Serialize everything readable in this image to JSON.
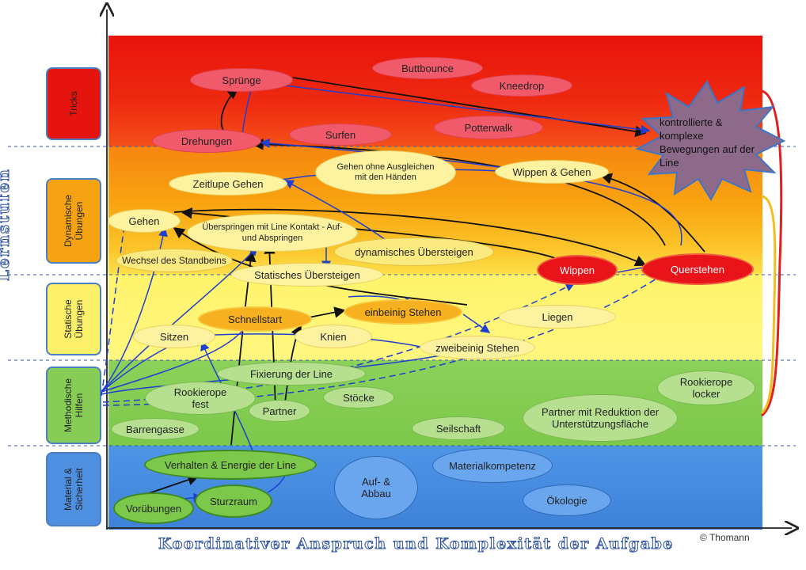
{
  "axes": {
    "x_title": "Koordinativer Anspruch und Komplexität der Aufgabe",
    "y_title": "Lernstufen"
  },
  "copyright": "© Thomann",
  "categories": [
    {
      "id": "tricks",
      "label": "Tricks"
    },
    {
      "id": "dyn",
      "label": "Dynamische Übungen"
    },
    {
      "id": "stat",
      "label": "Statische Übungen"
    },
    {
      "id": "meth",
      "label": "Methodische Hilfen"
    },
    {
      "id": "mat",
      "label": "Material & Sicherheit"
    }
  ],
  "goal": "kontrollierte & komplexe Bewegungen auf der Line",
  "nodes": {
    "springe": "Sprünge",
    "buttbounce": "Buttbounce",
    "kneedrop": "Kneedrop",
    "drehungen": "Drehungen",
    "surfen": "Surfen",
    "potterwalk": "Potterwalk",
    "zeitlupe": "Zeitlupe Gehen",
    "gehen_ohne": "Gehen ohne Ausgleichen mit den Händen",
    "wippen_gehen": "Wippen & Gehen",
    "gehen": "Gehen",
    "ueberspringen": "Überspringen mit Line Kontakt - Auf- und Abspringen",
    "dyn_uebersteigen": "dynamisches Übersteigen",
    "wechsel": "Wechsel des Standbeins",
    "stat_uebersteigen": "Statisches Übersteigen",
    "wippen": "Wippen",
    "querstehen": "Querstehen",
    "schnellstart": "Schnellstart",
    "einbeinig": "einbeinig Stehen",
    "liegen": "Liegen",
    "sitzen": "Sitzen",
    "knien": "Knien",
    "zweibeinig": "zweibeinig Stehen",
    "fixierung": "Fixierung der Line",
    "rookie_fest": "Rookierope fest",
    "stoecke": "Stöcke",
    "partner": "Partner",
    "rookie_locker": "Rookierope locker",
    "partner_red": "Partner mit Reduktion der Unterstützungsfläche",
    "barrengasse": "Barrengasse",
    "seilschaft": "Seilschaft",
    "verhalten": "Verhalten & Energie der Line",
    "aufabbau": "Auf- & Abbau",
    "materialkompetenz": "Materialkompetenz",
    "oekologie": "Ökologie",
    "voruebungen": "Vorübungen",
    "sturzraum": "Sturzraum"
  },
  "colors": {
    "tricks": "#e8140c",
    "dynamic": "#f8a410",
    "static": "#fff46a",
    "methodic": "#7cc84a",
    "material": "#4f95e6",
    "arrow_black": "#111111",
    "arrow_blue": "#1f3fd0"
  }
}
